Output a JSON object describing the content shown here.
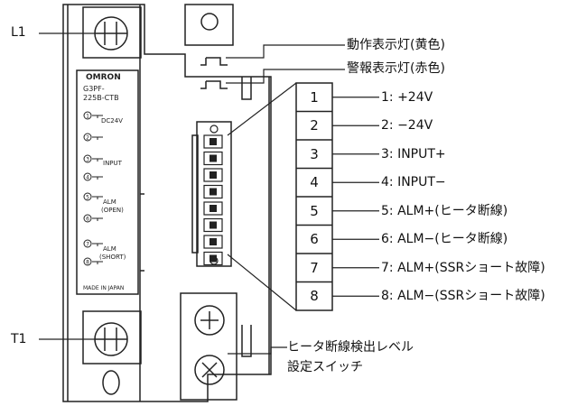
{
  "terminals": {
    "top": "L1",
    "bottom": "T1"
  },
  "device": {
    "brand": "OMRON",
    "model_line1": "G3PF-",
    "model_line2": "225B-CTB",
    "made_in": "MADE IN JAPAN",
    "face_labels": [
      {
        "num": "1",
        "text": "DC24V"
      },
      {
        "num": "2",
        "text": ""
      },
      {
        "num": "3",
        "text": "INPUT"
      },
      {
        "num": "4",
        "text": ""
      },
      {
        "num": "5",
        "text": "ALM"
      },
      {
        "num": "5b",
        "text": "(OPEN)"
      },
      {
        "num": "6",
        "text": ""
      },
      {
        "num": "7",
        "text": "ALM"
      },
      {
        "num": "7b",
        "text": "(SHORT)"
      },
      {
        "num": "8",
        "text": ""
      }
    ]
  },
  "indicators": {
    "operation": "動作表示灯(黄色)",
    "alarm": "警報表示灯(赤色)"
  },
  "pins": [
    {
      "num": "1",
      "label": "1: +24V"
    },
    {
      "num": "2",
      "label": "2: −24V"
    },
    {
      "num": "3",
      "label": "3: INPUT+"
    },
    {
      "num": "4",
      "label": "4: INPUT−"
    },
    {
      "num": "5",
      "label": "5: ALM+(ヒータ断線)"
    },
    {
      "num": "6",
      "label": "6: ALM−(ヒータ断線)"
    },
    {
      "num": "7",
      "label": "7: ALM+(SSRショート故障)"
    },
    {
      "num": "8",
      "label": "8: ALM−(SSRショート故障)"
    }
  ],
  "switch_label": {
    "line1": "ヒータ断線検出レベル",
    "line2": "設定スイッチ"
  }
}
